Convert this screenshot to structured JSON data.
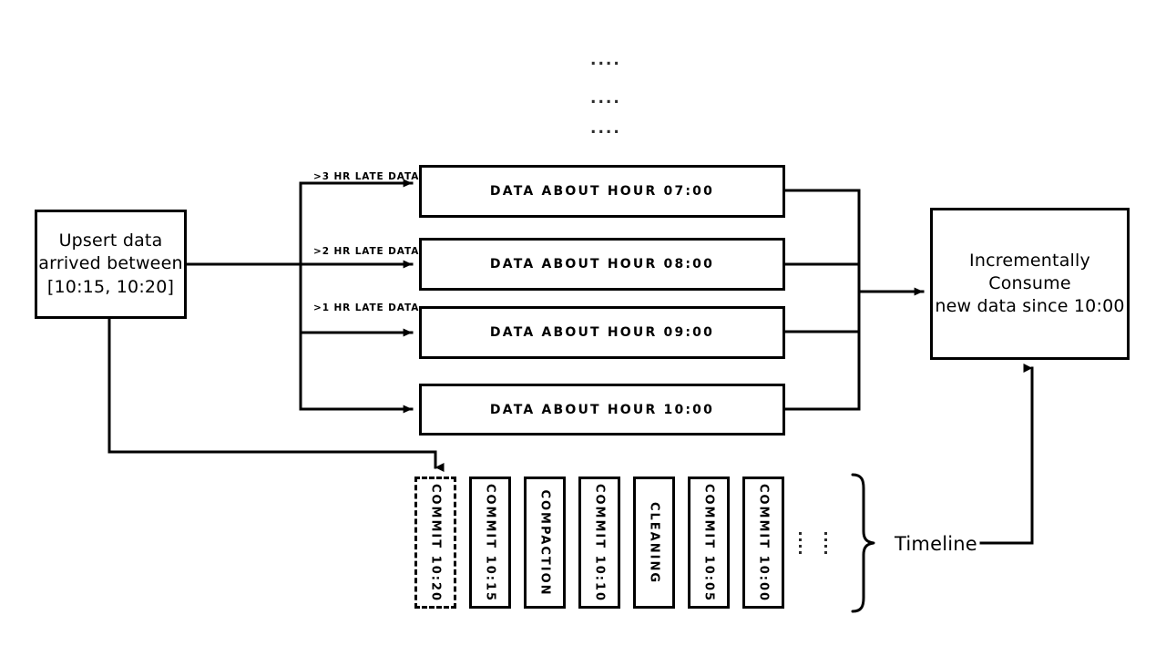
{
  "diagram": {
    "title_absent": true,
    "source_node": {
      "lines": [
        "Upsert data",
        "arrived between",
        "[10:15, 10:20]"
      ],
      "text": "Upsert data arrived between [10:15, 10:20]"
    },
    "sink_node": {
      "lines": [
        "Incrementally Consume",
        "new data since 10:00"
      ],
      "text": "Incrementally Consume new data since 10:00"
    },
    "top_ellipsis": [
      "....",
      "....",
      "...."
    ],
    "partitions": [
      {
        "label": "DATA ABOUT HOUR 07:00",
        "edge_label": ">3 HR LATE DATA"
      },
      {
        "label": "DATA ABOUT HOUR 08:00",
        "edge_label": ">2 HR LATE DATA"
      },
      {
        "label": "DATA ABOUT HOUR 09:00",
        "edge_label": ">1 HR LATE DATA"
      },
      {
        "label": "DATA ABOUT HOUR 10:00",
        "edge_label": ""
      }
    ],
    "timeline": {
      "label": "Timeline",
      "ellipsis": "⋮",
      "instants": [
        {
          "label": "COMMIT 10:20",
          "style": "dashed"
        },
        {
          "label": "COMMIT 10:15",
          "style": "solid"
        },
        {
          "label": "COMPACTION",
          "style": "solid"
        },
        {
          "label": "COMMIT 10:10",
          "style": "solid"
        },
        {
          "label": "CLEANING",
          "style": "solid"
        },
        {
          "label": "COMMIT 10:05",
          "style": "solid"
        },
        {
          "label": "COMMIT 10:00",
          "style": "solid"
        }
      ]
    },
    "colors": {
      "stroke": "#000000",
      "background": "#ffffff",
      "text": "#000000"
    }
  }
}
